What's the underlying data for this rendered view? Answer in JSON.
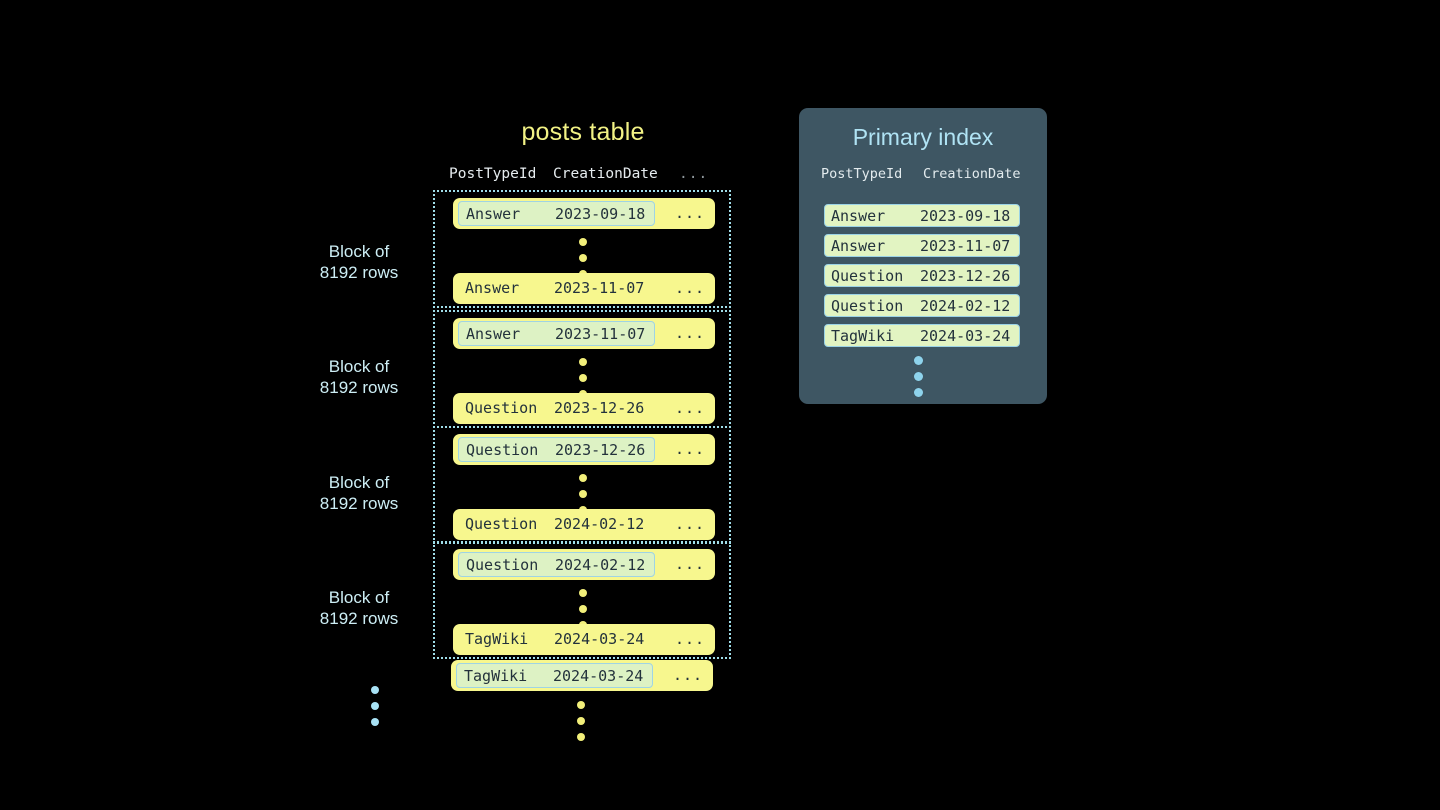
{
  "posts_table": {
    "title": "posts table",
    "columns": [
      "PostTypeId",
      "CreationDate",
      "..."
    ],
    "row_ellipsis": "...",
    "block_label": "Block of\n8192 rows",
    "block_label_line1": "Block of",
    "block_label_line2": "8192 rows",
    "blocks": [
      {
        "label_line1": "Block of",
        "label_line2": "8192 rows",
        "first_row": {
          "post_type_id": "Answer",
          "creation_date": "2023-09-18",
          "more": "...",
          "highlighted": true
        },
        "last_row": {
          "post_type_id": "Answer",
          "creation_date": "2023-11-07",
          "more": "...",
          "highlighted": false
        }
      },
      {
        "label_line1": "Block of",
        "label_line2": "8192 rows",
        "first_row": {
          "post_type_id": "Answer",
          "creation_date": "2023-11-07",
          "more": "...",
          "highlighted": true
        },
        "last_row": {
          "post_type_id": "Question",
          "creation_date": "2023-12-26",
          "more": "...",
          "highlighted": false
        }
      },
      {
        "label_line1": "Block of",
        "label_line2": "8192 rows",
        "first_row": {
          "post_type_id": "Question",
          "creation_date": "2023-12-26",
          "more": "...",
          "highlighted": true
        },
        "last_row": {
          "post_type_id": "Question",
          "creation_date": "2024-02-12",
          "more": "...",
          "highlighted": false
        }
      },
      {
        "label_line1": "Block of",
        "label_line2": "8192 rows",
        "first_row": {
          "post_type_id": "Question",
          "creation_date": "2024-02-12",
          "more": "...",
          "highlighted": true
        },
        "last_row": {
          "post_type_id": "TagWiki",
          "creation_date": "2024-03-24",
          "more": "...",
          "highlighted": false
        }
      }
    ],
    "trailing_row": {
      "post_type_id": "TagWiki",
      "creation_date": "2024-03-24",
      "more": "...",
      "highlighted": true
    }
  },
  "primary_index": {
    "title": "Primary index",
    "columns": [
      "PostTypeId",
      "CreationDate"
    ],
    "rows": [
      {
        "post_type_id": "Answer",
        "creation_date": "2023-09-18"
      },
      {
        "post_type_id": "Answer",
        "creation_date": "2023-11-07"
      },
      {
        "post_type_id": "Question",
        "creation_date": "2023-12-26"
      },
      {
        "post_type_id": "Question",
        "creation_date": "2024-02-12"
      },
      {
        "post_type_id": "TagWiki",
        "creation_date": "2024-03-24"
      }
    ]
  },
  "colors": {
    "background": "#000000",
    "table_title": "#f2f285",
    "row_yellow": "#f7f78e",
    "row_highlight_green": "#ddf2c4",
    "highlight_border_cyan": "#9fd4e4",
    "block_border": "#9fdde8",
    "block_label": "#cdeef5",
    "panel_slate": "#3e5663",
    "panel_title": "#b0e3f4",
    "index_row_green": "#e2f4c2",
    "dots_yellow": "#f2ef7a",
    "dots_blue": "#a8e2f5",
    "mono_text": "#23323c",
    "header_text": "#e6ecef"
  }
}
